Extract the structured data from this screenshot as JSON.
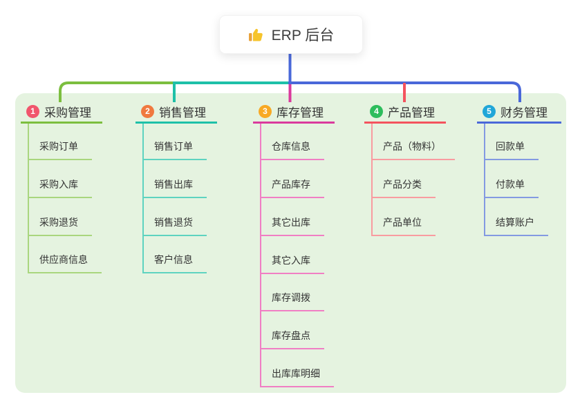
{
  "root": {
    "label": "ERP 后台",
    "icon": "thumbs-up-icon"
  },
  "branches": [
    {
      "num": "1",
      "label": "采购管理",
      "badge_color": "#f1556c",
      "line_color": "#7cbe3f",
      "sub_line_color": "#a9d67e",
      "items": [
        "采购订单",
        "采购入库",
        "采购退货",
        "供应商信息"
      ]
    },
    {
      "num": "2",
      "label": "销售管理",
      "badge_color": "#f0793f",
      "line_color": "#1ec0a8",
      "sub_line_color": "#5ed3c0",
      "items": [
        "销售订单",
        "销售出库",
        "销售退货",
        "客户信息"
      ]
    },
    {
      "num": "3",
      "label": "库存管理",
      "badge_color": "#f8a924",
      "line_color": "#da3a9d",
      "sub_line_color": "#f07ec4",
      "items": [
        "仓库信息",
        "产品库存",
        "其它出库",
        "其它入库",
        "库存调拨",
        "库存盘点",
        "出库库明细"
      ]
    },
    {
      "num": "4",
      "label": "产品管理",
      "badge_color": "#2dbd5c",
      "line_color": "#f4535e",
      "sub_line_color": "#f99ba0",
      "items": [
        "产品（物料）",
        "产品分类",
        "产品单位"
      ]
    },
    {
      "num": "5",
      "label": "财务管理",
      "badge_color": "#20a6d8",
      "line_color": "#4a68d9",
      "sub_line_color": "#8399e2",
      "items": [
        "回款单",
        "付款单",
        "结算账户"
      ]
    }
  ],
  "colors": {
    "canvas_bg": "#ffffff",
    "panel_bg": "#e5f3e0",
    "root_connector": "#4a68d9",
    "text": "#333333",
    "thumb_icon": "#f6c42c"
  }
}
